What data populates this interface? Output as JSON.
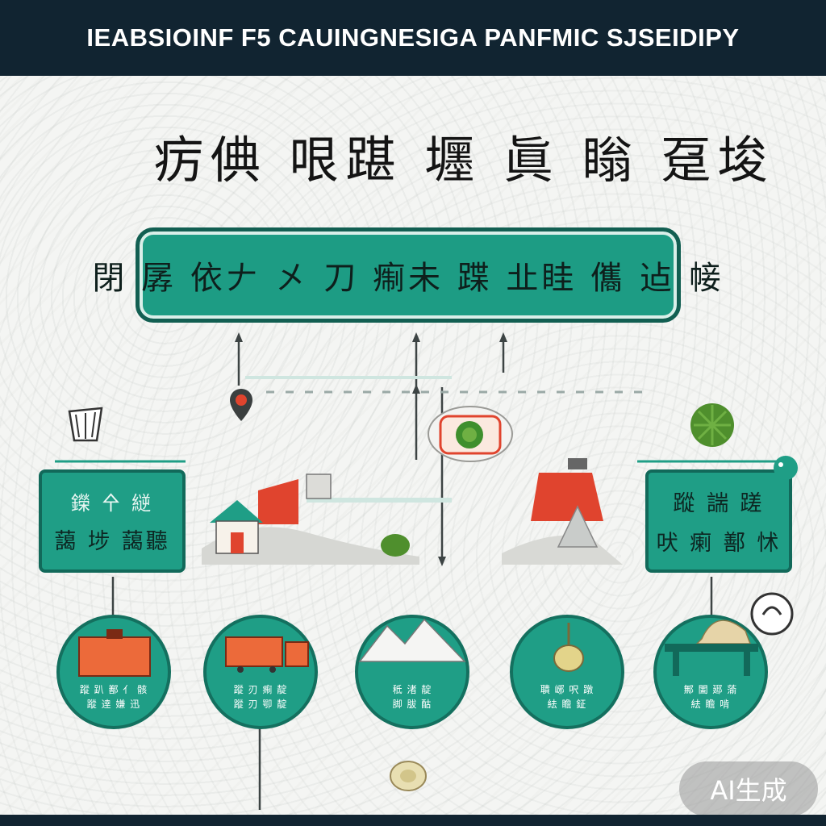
{
  "header": {
    "title": "IEABSIOINF F5 CAUINGNESIGA PANFMIC SJSEIDIPY"
  },
  "main_title": "疠倎 哏踸 壥 眞 瞈 趸埈",
  "banner": {
    "text": "閉 孱 依𠂇 㐅 刀 痸未 蹀 㐀眭 儶 迠 帹"
  },
  "left_box": {
    "line1": "鑅 㐃 縌",
    "line2": "藹 埗 藹聽"
  },
  "right_box": {
    "line1": "蹤 諯 蹉",
    "line2": "吠 瘌 鄯 怵"
  },
  "circles": [
    {
      "line1": "蹤 趴 鄯 亻 骸",
      "line2": "蹤 逹 嫌 迅"
    },
    {
      "line1": "蹤 刃 痸 靛",
      "line2": "蹤 刃 卾 靛"
    },
    {
      "line1": "秪 渚 靛",
      "line2": "脚 胈 酤"
    },
    {
      "line1": "聵 峫 呎 蹾",
      "line2": "紶 瞻 鉦"
    },
    {
      "line1": "鄦 闔 郔 蕍",
      "line2": "紶 瞻 啃"
    }
  ],
  "badge": {
    "text": "AI生成"
  },
  "colors": {
    "header": "#112431",
    "teal": "#1f9e86",
    "teal_dark": "#12695a",
    "red": "#e0442e"
  },
  "icons": [
    "location-pin-icon",
    "leaf-icon",
    "house-icon",
    "dumpling-icon",
    "info-icon"
  ]
}
